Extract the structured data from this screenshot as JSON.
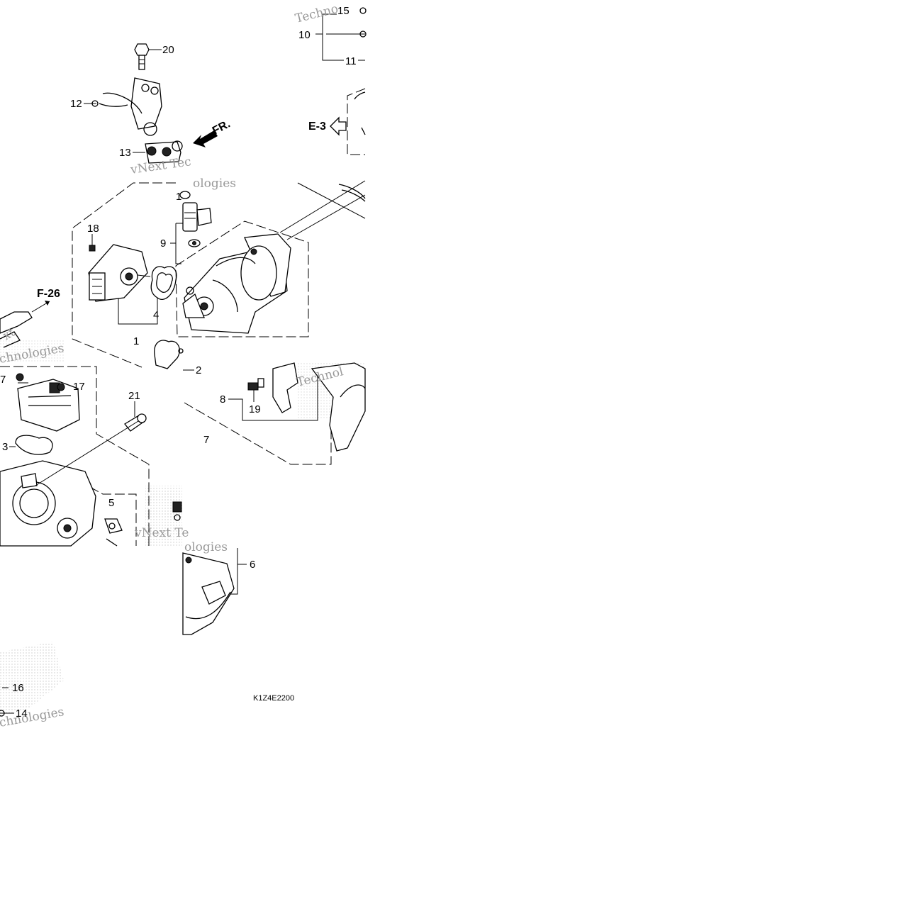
{
  "diagram": {
    "code": "K1Z4E2200",
    "direction_label": "FR.",
    "refs": {
      "f26": "F-26",
      "e3": "E-3"
    },
    "callouts": {
      "c1": "1",
      "c2": "2",
      "c3": "3",
      "c4": "4",
      "c5": "5",
      "c6": "6",
      "c7": "7",
      "c8": "8",
      "c9": "9",
      "c10": "10",
      "c11": "11",
      "c12": "12",
      "c13": "13",
      "c14": "14",
      "c15": "15",
      "c16": "16",
      "c17": "17",
      "c17b": "7",
      "c18": "18",
      "c19": "19",
      "c20": "20",
      "c21": "21",
      "c1b": "1"
    },
    "watermarks": {
      "w1": "Techno",
      "w2": "vNext Tec",
      "w3": "ologies",
      "w4": "chnologies",
      "w5": "vNext Te",
      "w6": "Technol",
      "w7": "ologies",
      "w8": "chnologies",
      "w9": "xt"
    }
  }
}
